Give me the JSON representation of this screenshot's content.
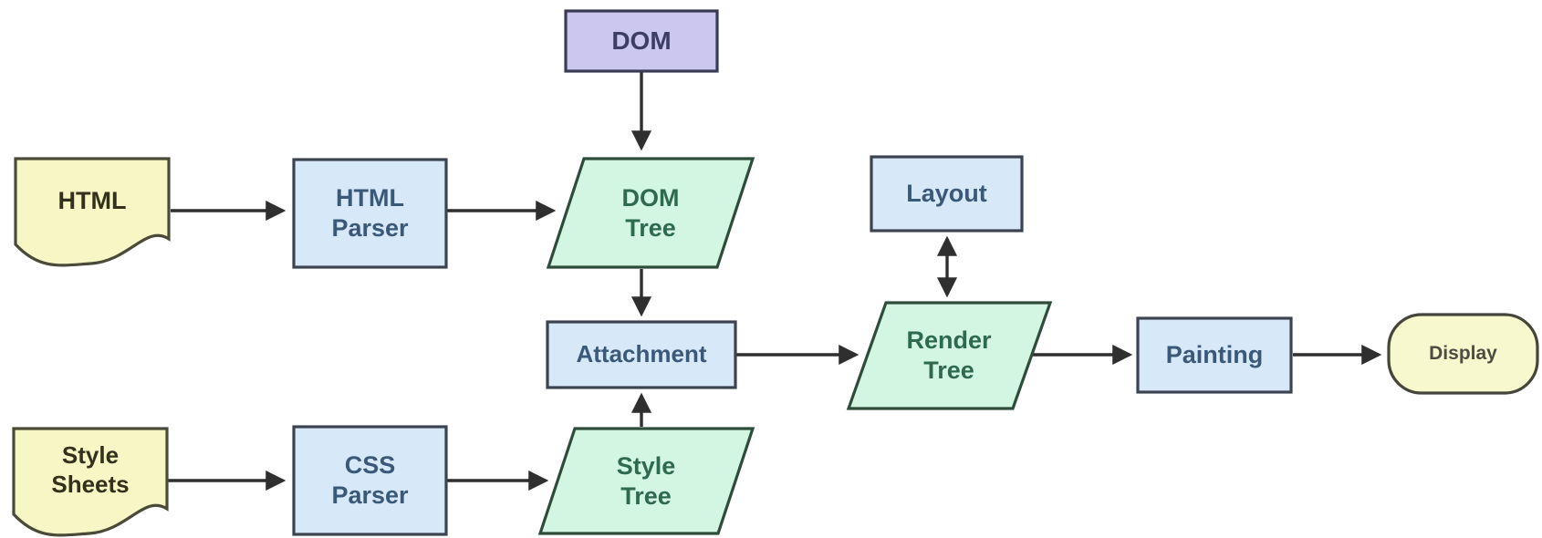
{
  "diagram": {
    "description": "Browser rendering engine flow",
    "colors": {
      "background": "#ffffff",
      "document_fill": "#f7f7c6",
      "document_border": "#4a4a38",
      "process_fill": "#d7e8f8",
      "process_border": "#3c4350",
      "data_fill": "#d3f6e2",
      "data_border": "#2f4c3b",
      "dom_fill": "#cbc7ee",
      "dom_border": "#3b3b54",
      "terminator_fill": "#f8f8ce",
      "terminator_border": "#45453a",
      "arrow": "#2f2f2f"
    },
    "nodes": {
      "dom": {
        "label": "DOM",
        "shape": "rectangle"
      },
      "html_doc": {
        "label": "HTML",
        "shape": "document"
      },
      "html_parser": {
        "label": "HTML\nParser",
        "shape": "rectangle"
      },
      "dom_tree": {
        "label": "DOM\nTree",
        "shape": "parallelogram"
      },
      "attachment": {
        "label": "Attachment",
        "shape": "rectangle"
      },
      "style_sheets": {
        "label": "Style\nSheets",
        "shape": "document"
      },
      "css_parser": {
        "label": "CSS\nParser",
        "shape": "rectangle"
      },
      "style_tree": {
        "label": "Style\nTree",
        "shape": "parallelogram"
      },
      "layout": {
        "label": "Layout",
        "shape": "rectangle"
      },
      "render_tree": {
        "label": "Render\nTree",
        "shape": "parallelogram"
      },
      "painting": {
        "label": "Painting",
        "shape": "rectangle"
      },
      "display": {
        "label": "Display",
        "shape": "terminator"
      }
    },
    "edges": [
      {
        "from": "DOM",
        "to": "DOM Tree",
        "type": "arrow"
      },
      {
        "from": "HTML",
        "to": "HTML Parser",
        "type": "arrow"
      },
      {
        "from": "HTML Parser",
        "to": "DOM Tree",
        "type": "arrow"
      },
      {
        "from": "DOM Tree",
        "to": "Attachment",
        "type": "arrow"
      },
      {
        "from": "Style Sheets",
        "to": "CSS Parser",
        "type": "arrow"
      },
      {
        "from": "CSS Parser",
        "to": "Style Tree",
        "type": "arrow"
      },
      {
        "from": "Style Tree",
        "to": "Attachment",
        "type": "arrow"
      },
      {
        "from": "Attachment",
        "to": "Render Tree",
        "type": "arrow"
      },
      {
        "from": "Layout",
        "to": "Render Tree",
        "type": "double-arrow"
      },
      {
        "from": "Render Tree",
        "to": "Painting",
        "type": "arrow"
      },
      {
        "from": "Painting",
        "to": "Display",
        "type": "arrow"
      }
    ]
  }
}
